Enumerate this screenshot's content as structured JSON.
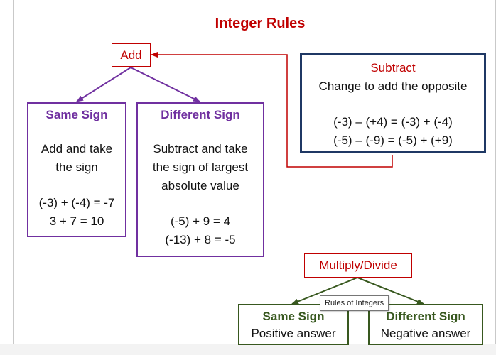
{
  "title": "Integer Rules",
  "add": {
    "label": "Add"
  },
  "same_sign": {
    "heading": "Same Sign",
    "line1": "Add and take",
    "line2": "the sign",
    "example1": "(-3) + (-4) = -7",
    "example2": "3 + 7 = 10"
  },
  "different_sign": {
    "heading": "Different Sign",
    "line1": "Subtract and take",
    "line2": "the sign of largest",
    "line3": "absolute value",
    "example1": "(-5) + 9 = 4",
    "example2": "(-13) + 8 = -5"
  },
  "subtract": {
    "heading": "Subtract",
    "line1": "Change to add the opposite",
    "example1": "(-3) – (+4) = (-3) + (-4)",
    "example2": "(-5) – (-9) = (-5) + (+9)"
  },
  "multiply_divide": {
    "label": "Multiply/Divide",
    "same_heading": "Same Sign",
    "same_text": "Positive answer",
    "different_heading": "Different Sign",
    "different_text": "Negative answer"
  },
  "tooltip": "Rules of Integers",
  "colors": {
    "title": "#c00000",
    "purple": "#7030a0",
    "navy": "#1f3864",
    "green": "#38581f"
  }
}
